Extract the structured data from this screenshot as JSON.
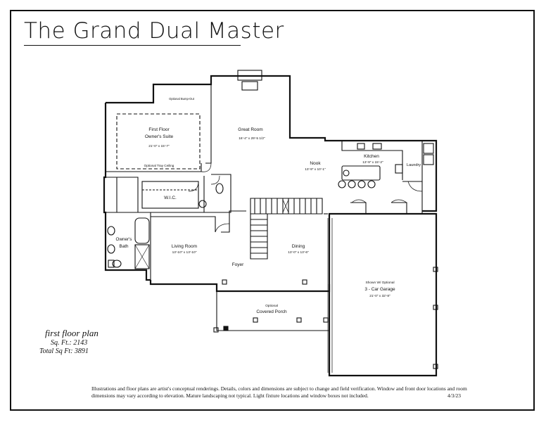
{
  "title": "The Grand Dual Master",
  "plan_info": {
    "heading": "first floor plan",
    "sq_ft": "Sq. Ft.: 2143",
    "total_sq_ft": "Total Sq Ft: 3891"
  },
  "rooms": {
    "owners_suite": {
      "name": "First Floor\nOwner's Suite",
      "dims": "21'-0\" x 15'-7\"",
      "note": "Optional Tray Ceiling"
    },
    "great_room": {
      "name": "Great Room",
      "dims": "16'-4\" x 29'-5 1/2\""
    },
    "kitchen": {
      "name": "Kitchen",
      "dims": "13'-9\" x 15'-2\""
    },
    "nook": {
      "name": "Nook",
      "dims": "13'-9\" x 10'-1\""
    },
    "laundry": {
      "name": "Laundry"
    },
    "wic": {
      "name": "W.I.C."
    },
    "owners_bath": {
      "name": "Owner's\nBath"
    },
    "living_room": {
      "name": "Living Room",
      "dims": "13'-10\" x 13'-10\""
    },
    "dining": {
      "name": "Dining",
      "dims": "13'-0\" x 13'-6\""
    },
    "foyer": {
      "name": "Foyer"
    },
    "garage": {
      "name": "3 - Car Garage",
      "note": "Shown W/ Optional",
      "dims": "21'-0\" x 32'-8\""
    },
    "porch": {
      "name": "Covered Porch",
      "note": "Optional"
    },
    "bump_out": {
      "note": "Optional Bump-Out"
    }
  },
  "disclaimer": "Illustrations and floor plans are artist's conceptual renderings. Details, colors and dimensions are subject to change and field verification. Window and front door locations and room dimensions may vary according to elevation.  Mature landscaping not typical.  Light fixture locations and window boxes not included.",
  "date": "4/3/23"
}
